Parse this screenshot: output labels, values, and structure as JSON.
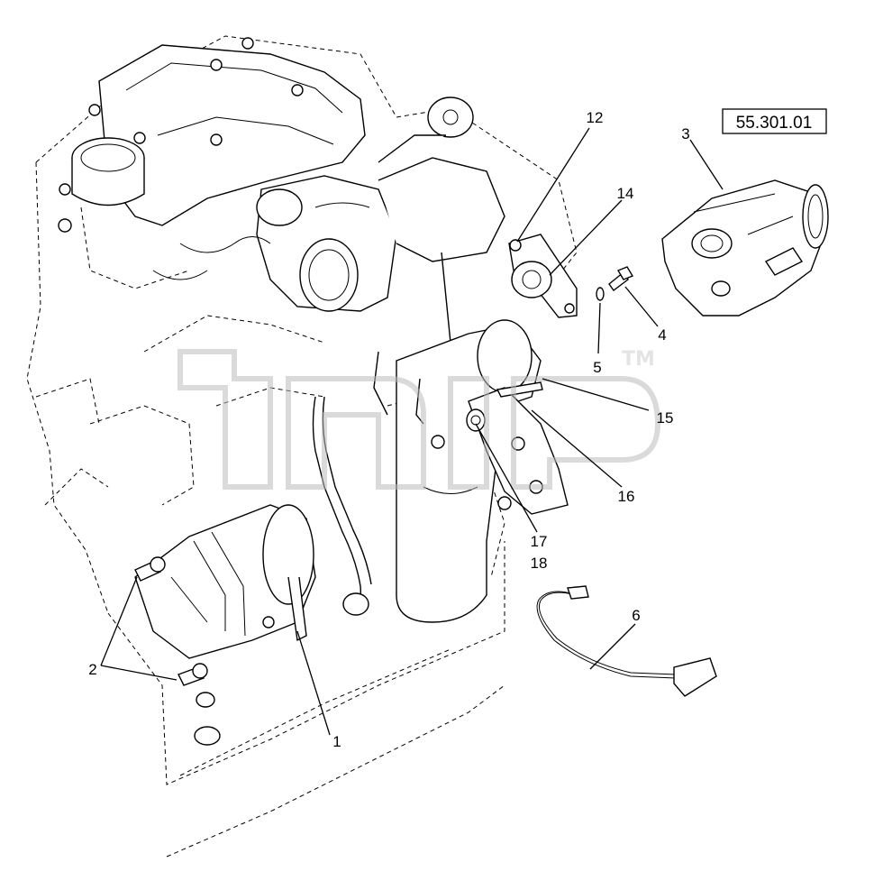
{
  "reference_box": {
    "label": "55.301.01"
  },
  "watermark": {
    "trademark": "TM"
  },
  "callouts": [
    {
      "id": "c1",
      "label": "1"
    },
    {
      "id": "c2",
      "label": "2"
    },
    {
      "id": "c3",
      "label": "3"
    },
    {
      "id": "c4",
      "label": "4"
    },
    {
      "id": "c5",
      "label": "5"
    },
    {
      "id": "c6",
      "label": "6"
    },
    {
      "id": "c12",
      "label": "12"
    },
    {
      "id": "c14",
      "label": "14"
    },
    {
      "id": "c15",
      "label": "15"
    },
    {
      "id": "c16",
      "label": "16"
    },
    {
      "id": "c17",
      "label": "17"
    },
    {
      "id": "c18",
      "label": "18"
    }
  ],
  "colors": {
    "line": "#000000",
    "background": "#ffffff",
    "watermark": "#cfcfcf"
  }
}
